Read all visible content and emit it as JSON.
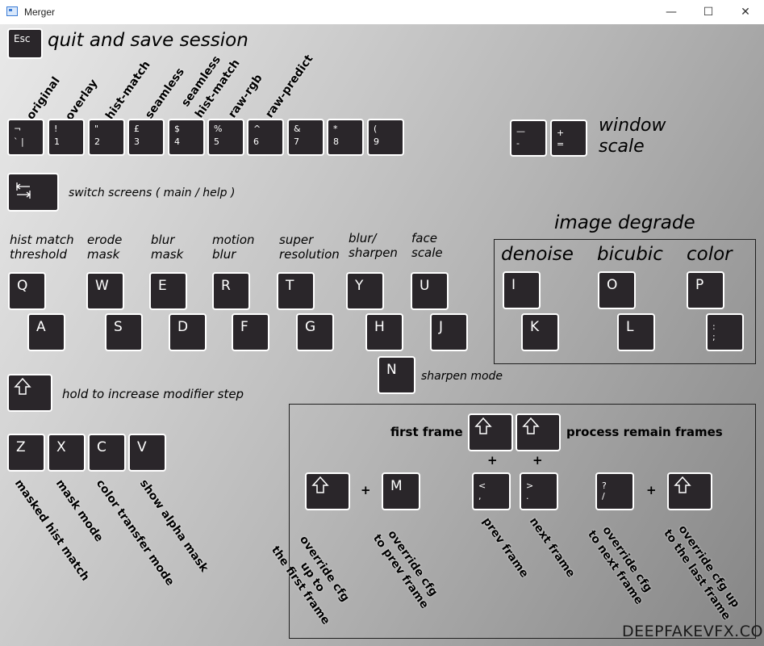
{
  "window": {
    "title": "Merger",
    "minimize": "—",
    "maximize": "☐",
    "close": "✕"
  },
  "esc": {
    "key": "Esc",
    "label": "quit and save session"
  },
  "num_keys": [
    {
      "top": "¬",
      "bottom": "` |",
      "mode": ""
    },
    {
      "top": "!",
      "bottom": "1",
      "mode": "original"
    },
    {
      "top": "\"",
      "bottom": "2",
      "mode": "overlay"
    },
    {
      "top": "£",
      "bottom": "3",
      "mode": "hist-match"
    },
    {
      "top": "$",
      "bottom": "4",
      "mode": "seamless"
    },
    {
      "top": "%",
      "bottom": "5",
      "mode": "seamless hist-match"
    },
    {
      "top": "^",
      "bottom": "6",
      "mode": "raw-rgb"
    },
    {
      "top": "&",
      "bottom": "7",
      "mode": "raw-predict"
    },
    {
      "top": "*",
      "bottom": "8",
      "mode": ""
    },
    {
      "top": "(",
      "bottom": "9",
      "mode": ""
    }
  ],
  "mode_labels": {
    "original": "original",
    "overlay": "overlay",
    "hist_match": "hist-match",
    "seamless": "seamless",
    "seamless_hist_1": "seamless",
    "seamless_hist_2": "hist-match",
    "raw_rgb": "raw-rgb",
    "raw_predict": "raw-predict"
  },
  "window_scale": {
    "minus_top": "—",
    "minus_bottom": "-",
    "plus_top": "+",
    "plus_bottom": "=",
    "label_1": "window",
    "label_2": "scale"
  },
  "tab": {
    "label": "switch screens ( main / help )"
  },
  "params": [
    {
      "l1": "hist match",
      "l2": "threshold",
      "up": "Q",
      "down": "A"
    },
    {
      "l1": "erode",
      "l2": "mask",
      "up": "W",
      "down": "S"
    },
    {
      "l1": "blur",
      "l2": "mask",
      "up": "E",
      "down": "D"
    },
    {
      "l1": "motion",
      "l2": "blur",
      "up": "R",
      "down": "F"
    },
    {
      "l1": "super",
      "l2": "resolution",
      "up": "T",
      "down": "G"
    },
    {
      "l1": "blur/",
      "l2": "sharpen",
      "up": "Y",
      "down": "H"
    },
    {
      "l1": "face",
      "l2": "scale",
      "up": "U",
      "down": "J"
    }
  ],
  "sharpen": {
    "key": "N",
    "label": "sharpen mode"
  },
  "degrade": {
    "title": "image degrade",
    "items": [
      {
        "name": "denoise",
        "up": "I",
        "down": "K"
      },
      {
        "name": "bicubic",
        "up": "O",
        "down": "L"
      },
      {
        "name": "color",
        "up": "P",
        "down_top": ":",
        "down_bottom": ";"
      }
    ]
  },
  "shift": {
    "label": "hold to increase modifier step"
  },
  "toggles": [
    {
      "key": "Z",
      "label": "masked hist match"
    },
    {
      "key": "X",
      "label": "mask mode"
    },
    {
      "key": "C",
      "label": "color transfer mode"
    },
    {
      "key": "V",
      "label": "show alpha mask"
    }
  ],
  "frames": {
    "first_frame": "first frame",
    "process_remain": "process remain frames",
    "plus": "+",
    "m_key": "M",
    "prev_top": "<",
    "prev_bottom": ",",
    "next_top": ">",
    "next_bottom": ".",
    "slash_top": "?",
    "slash_bottom": "/",
    "override_first": [
      "override cfg",
      "up to",
      "the first frame"
    ],
    "override_prev": [
      "override cfg",
      "to prev frame"
    ],
    "prev_frame": "prev frame",
    "next_frame": "next frame",
    "override_next": [
      "override cfg",
      "to next frame"
    ],
    "override_last": [
      "override cfg up",
      "to the last frame"
    ]
  },
  "watermark": "DEEPFAKEVFX.COM"
}
